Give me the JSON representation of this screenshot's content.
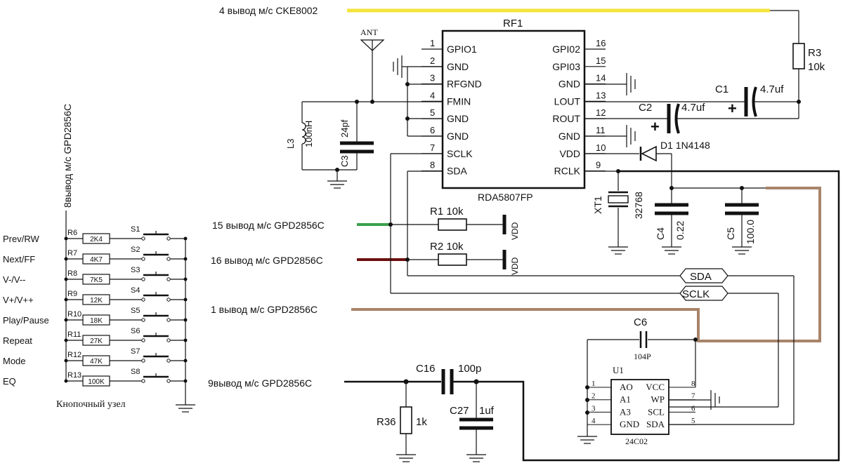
{
  "colors": {
    "wire": "#111111",
    "cke_line": "#f5e33a",
    "gpd15_line": "#3aa14a",
    "gpd16_line": "#6b1010",
    "gpd1_line": "#a8846a"
  },
  "connections": {
    "cke": "4 вывод м/с CKE8002",
    "gpd15": "15 вывод м/с GPD2856C",
    "gpd16": "16 вывод м/с GPD2856C",
    "gpd1": "1 вывод м/с GPD2856C",
    "gpd9": "9вывод м/с GPD2856C",
    "gpd8": "8вывод м/с GPD2856C"
  },
  "rf1": {
    "ref": "RF1",
    "part": "RDA5807FP",
    "left_pins": [
      {
        "num": "1",
        "name": "GPIO1"
      },
      {
        "num": "2",
        "name": "GND"
      },
      {
        "num": "3",
        "name": "RFGND"
      },
      {
        "num": "4",
        "name": "FMIN"
      },
      {
        "num": "5",
        "name": "GND"
      },
      {
        "num": "6",
        "name": "GND"
      },
      {
        "num": "7",
        "name": "SCLK"
      },
      {
        "num": "8",
        "name": "SDA"
      }
    ],
    "right_pins": [
      {
        "num": "16",
        "name": "GPI02"
      },
      {
        "num": "15",
        "name": "GPI03"
      },
      {
        "num": "14",
        "name": "GND"
      },
      {
        "num": "13",
        "name": "LOUT"
      },
      {
        "num": "12",
        "name": "ROUT"
      },
      {
        "num": "11",
        "name": "GND"
      },
      {
        "num": "10",
        "name": "VDD"
      },
      {
        "num": "9",
        "name": "RCLK"
      }
    ]
  },
  "components": {
    "ant": "ANT",
    "r3_ref": "R3",
    "r3_val": "10k",
    "c1_ref": "C1",
    "c1_val": "4.7uf",
    "c2_ref": "C2",
    "c2_val": "4.7uf",
    "d1": "D1 1N4148",
    "l3_ref": "L3",
    "l3_val": "100nH",
    "c3_ref": "C3",
    "c3_val": "24pf",
    "xt1_ref": "XT1",
    "xt1_val": "32768",
    "c4_ref": "C4",
    "c4_val": "0.22",
    "c5_ref": "C5",
    "c5_val": "100.0",
    "r1": "R1 10k",
    "r2": "R2 10k",
    "vdd": "VDD",
    "sda_tag": "SDA",
    "sclk_tag": "SCLK",
    "c6_ref": "C6",
    "c6_val": "104P",
    "u1_ref": "U1",
    "u1_part": "24C02",
    "c16_ref": "C16",
    "c16_val": "100p",
    "c27_ref": "C27",
    "c27_val": "1uf",
    "r36_ref": "R36",
    "r36_val": "1k"
  },
  "u1": {
    "left_pins": [
      {
        "num": "1",
        "name": "AO"
      },
      {
        "num": "2",
        "name": "A1"
      },
      {
        "num": "3",
        "name": "A3"
      },
      {
        "num": "4",
        "name": "GND"
      }
    ],
    "right_pins": [
      {
        "num": "8",
        "name": "VCC"
      },
      {
        "num": "7",
        "name": "WP"
      },
      {
        "num": "6",
        "name": "SCL"
      },
      {
        "num": "5",
        "name": "SDA"
      }
    ]
  },
  "button_block": {
    "caption": "Кнопочный узел",
    "rows": [
      {
        "label": "Prev/RW",
        "r": "R6",
        "value": "2K4",
        "s": "S1"
      },
      {
        "label": "Next/FF",
        "r": "R7",
        "value": "4K7",
        "s": "S2"
      },
      {
        "label": "V-/V--",
        "r": "R8",
        "value": "7K5",
        "s": "S3"
      },
      {
        "label": "V+/V++",
        "r": "R9",
        "value": "12K",
        "s": "S4"
      },
      {
        "label": "Play/Pause",
        "r": "R10",
        "value": "18K",
        "s": "S5"
      },
      {
        "label": "Repeat",
        "r": "R11",
        "value": "27K",
        "s": "S6"
      },
      {
        "label": "Mode",
        "r": "R12",
        "value": "47K",
        "s": "S7"
      },
      {
        "label": "EQ",
        "r": "R13",
        "value": "100K",
        "s": "S8"
      }
    ]
  }
}
